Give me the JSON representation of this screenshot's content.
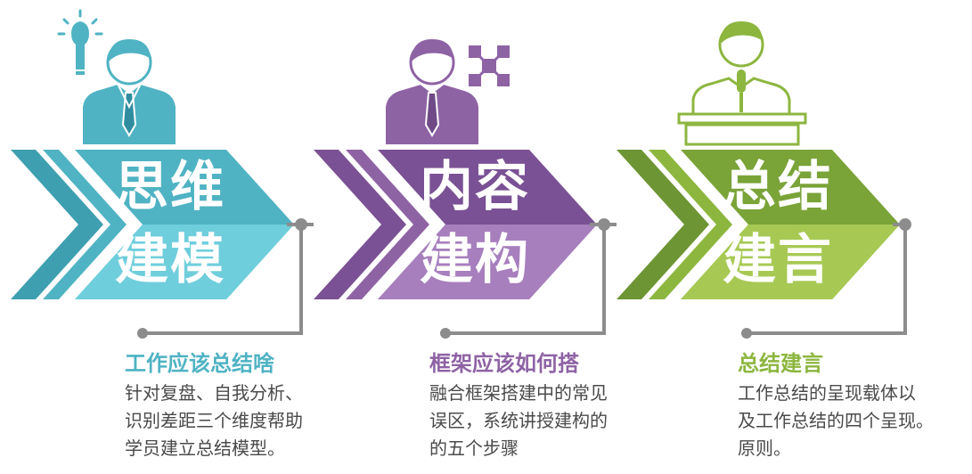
{
  "colors": {
    "teal": "#4fb3c3",
    "teal_dark": "#2f8d9f",
    "teal_light": "#6fcedc",
    "purple": "#8e63a4",
    "purple_dark": "#6f4a87",
    "purple_light": "#a77fbd",
    "green": "#8db63f",
    "green_dark": "#6d9533",
    "green_light": "#a7c954",
    "line_gray": "#8c8c8c",
    "text_gray": "#4a4a4a"
  },
  "stages": [
    {
      "title_line1": "思维",
      "title_line2": "建模",
      "heading": "工作应该总结啥",
      "desc_lines": [
        "针对复盘、自我分析、",
        "识别差距三个维度帮助",
        "学员建立总结模型。"
      ],
      "icon": "lightbulb-icon",
      "figure": "thinking-person-icon"
    },
    {
      "title_line1": "内容",
      "title_line2": "建构",
      "heading": "框架应该如何搭",
      "desc_lines": [
        "融合框架搭建中的常见",
        "误区，系统讲授建构的",
        "的五个步骤"
      ],
      "icon": "network-nodes-icon",
      "figure": "builder-person-icon"
    },
    {
      "title_line1": "总结",
      "title_line2": "建言",
      "heading": "总结建言",
      "desc_lines": [
        "工作总结的呈现载体以",
        "及工作总结的四个呈现。",
        "原则。"
      ],
      "icon": "microphone-icon",
      "figure": "speaker-at-podium-icon"
    }
  ]
}
